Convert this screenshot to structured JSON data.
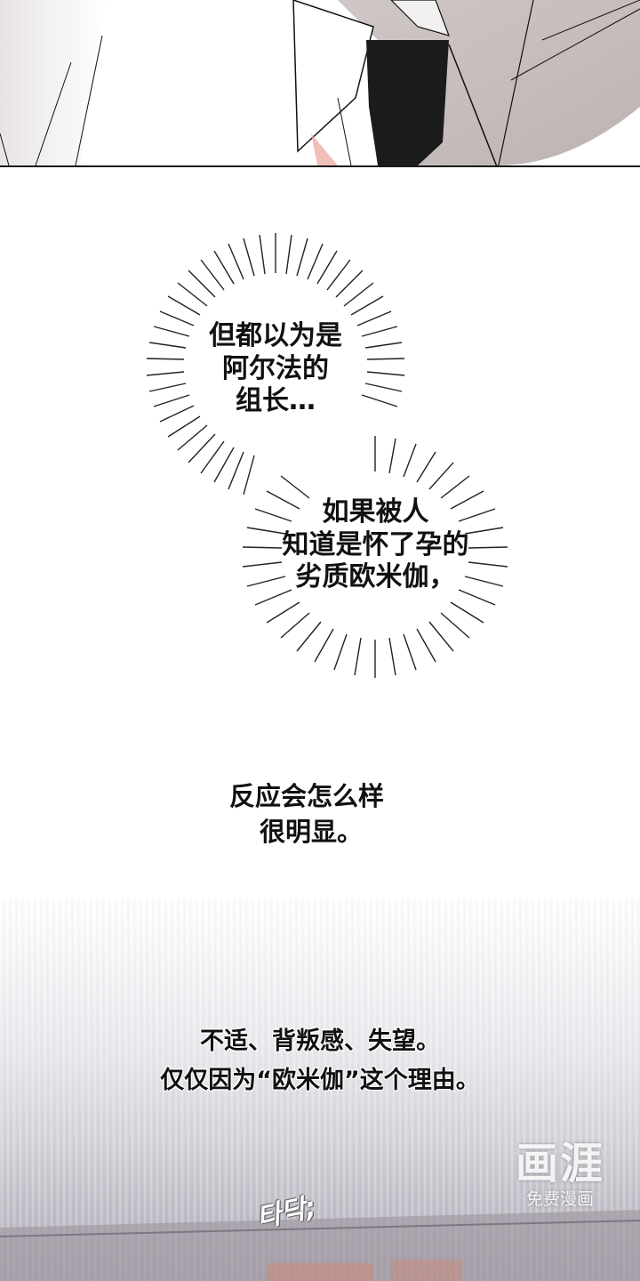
{
  "top_panel": {
    "description": "comic panel close-up: white shirt collar with black necktie, gray shaded skin"
  },
  "bubbles": [
    {
      "id": "thought-1",
      "lines": "但都以为是\n阿尔法的\n组长…"
    },
    {
      "id": "thought-2",
      "lines": "如果被人\n知道是怀了孕的\n劣质欧米伽，"
    }
  ],
  "narration": {
    "line1": "反应会怎么样",
    "line2": "很明显。"
  },
  "bottom_caption": {
    "line1": "不适、背叛感、失望。",
    "line2": "仅仅因为“欧米伽”这个理由。"
  },
  "sound_effect": "타닥;",
  "watermark": {
    "logo": "画涯",
    "subtitle": "免费漫画"
  },
  "colors": {
    "text": "#111111",
    "panel_border": "#1a1a1a",
    "bottom_gradient_end": "#aaa6b0"
  }
}
